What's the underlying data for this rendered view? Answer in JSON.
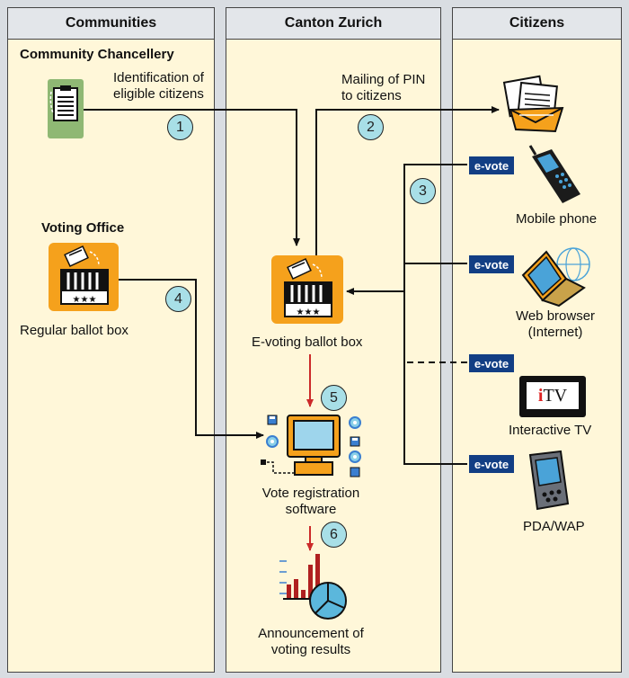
{
  "columns": {
    "communities": "Communities",
    "canton": "Canton Zurich",
    "citizens": "Citizens"
  },
  "communities": {
    "chancellery_title": "Community Chancellery",
    "voting_office_title": "Voting Office",
    "regular_ballot_box": "Regular ballot box"
  },
  "steps": {
    "s1_label_line1": "Identification of",
    "s1_label_line2": "eligible citizens",
    "s2_label_line1": "Mailing of PIN",
    "s2_label_line2": "to citizens",
    "n1": "1",
    "n2": "2",
    "n3": "3",
    "n4": "4",
    "n5": "5",
    "n6": "6"
  },
  "canton": {
    "evoting_ballot_box": "E-voting ballot box",
    "vote_reg_line1": "Vote registration",
    "vote_reg_line2": "software",
    "results_line1": "Announcement of",
    "results_line2": "voting results"
  },
  "citizens": {
    "evote_tag": "e-vote",
    "mobile_phone": "Mobile phone",
    "web_browser_line1": "Web browser",
    "web_browser_line2": "(Internet)",
    "itv_logo_i": "i",
    "itv_logo_tv": "TV",
    "interactive_tv": "Interactive TV",
    "pda_wap": "PDA/WAP"
  },
  "colors": {
    "column_fill": "#fff7d9",
    "header_fill": "#e3e6ea",
    "badge_fill": "#a8dfe7",
    "evote_fill": "#123e84",
    "orange_tile": "#f5a11c",
    "green_tile": "#8fb874",
    "arrow_red": "#cc2a2a"
  }
}
